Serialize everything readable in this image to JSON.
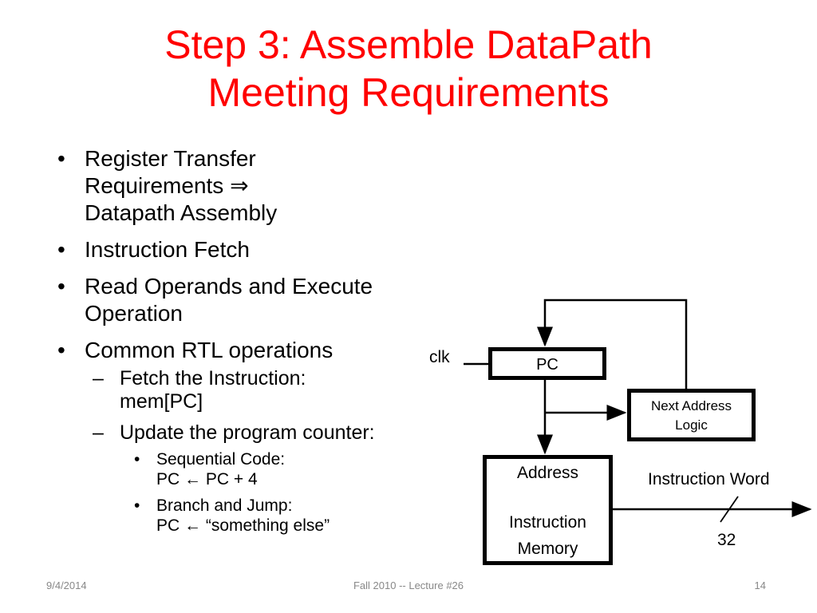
{
  "slide": {
    "title_line1": "Step 3: Assemble DataPath",
    "title_line2": "Meeting Requirements",
    "bullets": {
      "item1_line1": "Register Transfer",
      "item1_line2": "Requirements ⇒",
      "item1_line3": "Datapath Assembly",
      "item2": "Instruction Fetch",
      "item3_line1": "Read Operands and Execute",
      "item3_line2": "Operation",
      "item4": "Common RTL operations",
      "sub1_line1": "Fetch the Instruction:",
      "sub1_line2": "mem[PC]",
      "sub2": "Update the program counter:",
      "subsub1_line1": "Sequential Code:",
      "subsub1_line2": "PC ← PC + 4",
      "subsub2_line1": "Branch and Jump:",
      "subsub2_line2": "PC ← “something else”"
    },
    "bullet_marks": {
      "level1": "•",
      "level2": "–",
      "level3": "•"
    }
  },
  "diagram": {
    "clk": "clk",
    "pc": "PC",
    "next_address_line1": "Next Address",
    "next_address_line2": "Logic",
    "mem_address": "Address",
    "mem_line1": "Instruction",
    "mem_line2": "Memory",
    "instruction_word": "Instruction Word",
    "bus_width": "32"
  },
  "footer": {
    "date": "9/4/2014",
    "center": "Fall 2010 -- Lecture #26",
    "page": "14"
  },
  "colors": {
    "title": "#ff0000",
    "footer": "#888888"
  }
}
